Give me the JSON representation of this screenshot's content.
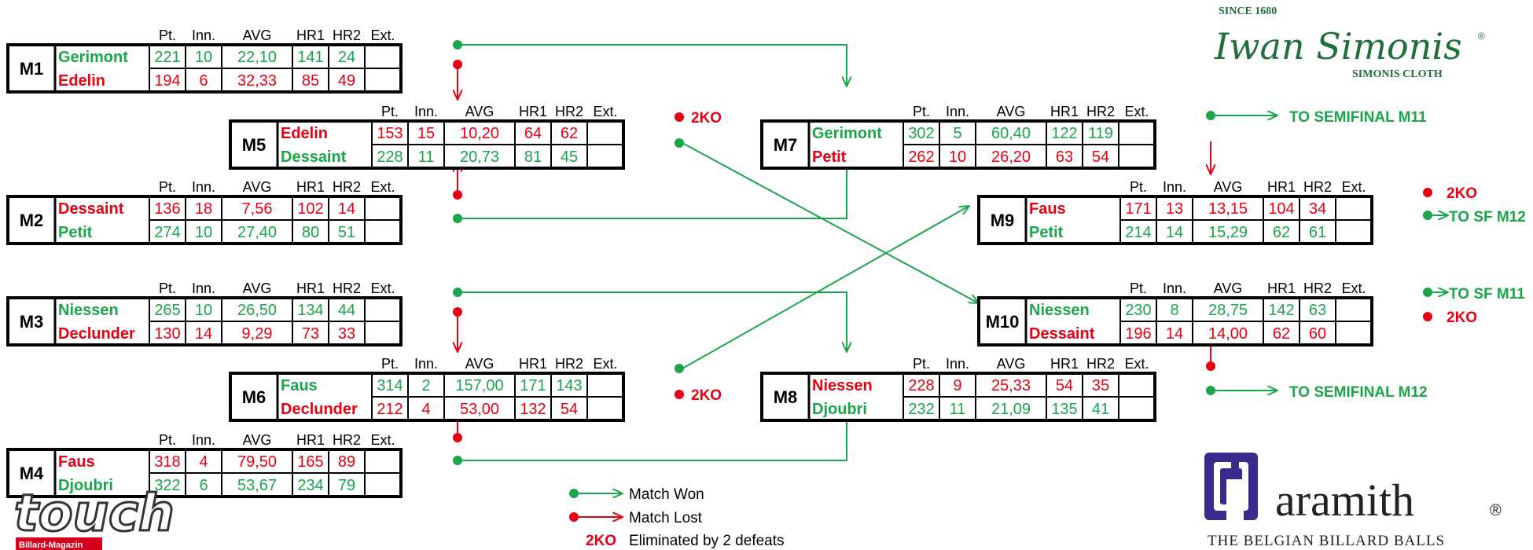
{
  "colors": {
    "win": "#1aa54a",
    "lose": "#e60012",
    "brand_purple": "#3a2a8c"
  },
  "headers": [
    "Pt.",
    "Inn.",
    "AVG",
    "HR1",
    "HR2",
    "Ext."
  ],
  "matches": {
    "M1": {
      "id": "M1",
      "rows": [
        {
          "name": "Gerimont",
          "result": "win",
          "pt": "221",
          "inn": "10",
          "avg": "22,10",
          "hr1": "141",
          "hr2": "24",
          "ext": ""
        },
        {
          "name": "Edelin",
          "result": "lose",
          "pt": "194",
          "inn": "6",
          "avg": "32,33",
          "hr1": "85",
          "hr2": "49",
          "ext": ""
        }
      ]
    },
    "M2": {
      "id": "M2",
      "rows": [
        {
          "name": "Dessaint",
          "result": "lose",
          "pt": "136",
          "inn": "18",
          "avg": "7,56",
          "hr1": "102",
          "hr2": "14",
          "ext": ""
        },
        {
          "name": "Petit",
          "result": "win",
          "pt": "274",
          "inn": "10",
          "avg": "27,40",
          "hr1": "80",
          "hr2": "51",
          "ext": ""
        }
      ]
    },
    "M3": {
      "id": "M3",
      "rows": [
        {
          "name": "Niessen",
          "result": "win",
          "pt": "265",
          "inn": "10",
          "avg": "26,50",
          "hr1": "134",
          "hr2": "44",
          "ext": ""
        },
        {
          "name": "Declunder",
          "result": "lose",
          "pt": "130",
          "inn": "14",
          "avg": "9,29",
          "hr1": "73",
          "hr2": "33",
          "ext": ""
        }
      ]
    },
    "M4": {
      "id": "M4",
      "rows": [
        {
          "name": "Faus",
          "result": "lose",
          "pt": "318",
          "inn": "4",
          "avg": "79,50",
          "hr1": "165",
          "hr2": "89",
          "ext": ""
        },
        {
          "name": "Djoubri",
          "result": "win",
          "pt": "322",
          "inn": "6",
          "avg": "53,67",
          "hr1": "234",
          "hr2": "79",
          "ext": ""
        }
      ]
    },
    "M5": {
      "id": "M5",
      "rows": [
        {
          "name": "Edelin",
          "result": "lose",
          "pt": "153",
          "inn": "15",
          "avg": "10,20",
          "hr1": "64",
          "hr2": "62",
          "ext": ""
        },
        {
          "name": "Dessaint",
          "result": "win",
          "pt": "228",
          "inn": "11",
          "avg": "20,73",
          "hr1": "81",
          "hr2": "45",
          "ext": ""
        }
      ]
    },
    "M6": {
      "id": "M6",
      "rows": [
        {
          "name": "Faus",
          "result": "win",
          "pt": "314",
          "inn": "2",
          "avg": "157,00",
          "hr1": "171",
          "hr2": "143",
          "ext": ""
        },
        {
          "name": "Declunder",
          "result": "lose",
          "pt": "212",
          "inn": "4",
          "avg": "53,00",
          "hr1": "132",
          "hr2": "54",
          "ext": ""
        }
      ]
    },
    "M7": {
      "id": "M7",
      "rows": [
        {
          "name": "Gerimont",
          "result": "win",
          "pt": "302",
          "inn": "5",
          "avg": "60,40",
          "hr1": "122",
          "hr2": "119",
          "ext": ""
        },
        {
          "name": "Petit",
          "result": "lose",
          "pt": "262",
          "inn": "10",
          "avg": "26,20",
          "hr1": "63",
          "hr2": "54",
          "ext": ""
        }
      ]
    },
    "M8": {
      "id": "M8",
      "rows": [
        {
          "name": "Niessen",
          "result": "lose",
          "pt": "228",
          "inn": "9",
          "avg": "25,33",
          "hr1": "54",
          "hr2": "35",
          "ext": ""
        },
        {
          "name": "Djoubri",
          "result": "win",
          "pt": "232",
          "inn": "11",
          "avg": "21,09",
          "hr1": "135",
          "hr2": "41",
          "ext": ""
        }
      ]
    },
    "M9": {
      "id": "M9",
      "rows": [
        {
          "name": "Faus",
          "result": "lose",
          "pt": "171",
          "inn": "13",
          "avg": "13,15",
          "hr1": "104",
          "hr2": "34",
          "ext": ""
        },
        {
          "name": "Petit",
          "result": "win",
          "pt": "214",
          "inn": "14",
          "avg": "15,29",
          "hr1": "62",
          "hr2": "61",
          "ext": ""
        }
      ]
    },
    "M10": {
      "id": "M10",
      "rows": [
        {
          "name": "Niessen",
          "result": "win",
          "pt": "230",
          "inn": "8",
          "avg": "28,75",
          "hr1": "142",
          "hr2": "63",
          "ext": ""
        },
        {
          "name": "Dessaint",
          "result": "lose",
          "pt": "196",
          "inn": "14",
          "avg": "14,00",
          "hr1": "62",
          "hr2": "60",
          "ext": ""
        }
      ]
    }
  },
  "notes": {
    "ko": "2KO",
    "to_sf_m11": "TO SEMIFINAL M11",
    "to_sf_m12": "TO SEMIFINAL M12",
    "to_sf_m12_short": "TO SF M12",
    "to_sf_m11_short": "TO SF M11"
  },
  "legend": {
    "won": "Match Won",
    "lost": "Match Lost",
    "ko_label": "2KO",
    "ko_text": "Eliminated by 2 defeats"
  },
  "logos": {
    "simonis_since": "SINCE 1680",
    "simonis_script": "Iwan Simonis",
    "simonis_reg": "®",
    "simonis_cloth": "SIMONIS CLOTH",
    "touch_word": "touch",
    "touch_sub": "Billard-Magazin",
    "aramith_word": "aramith",
    "aramith_reg": "®",
    "aramith_tag": "THE BELGIAN BILLARD BALLS"
  }
}
